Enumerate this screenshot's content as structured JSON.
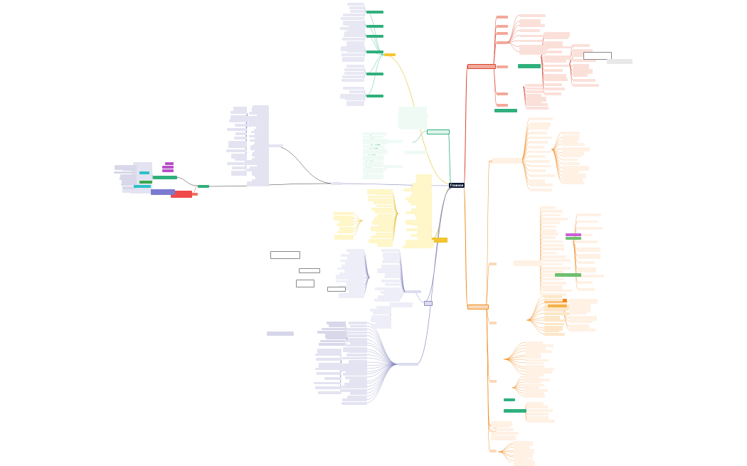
{
  "root": {
    "label": "Главная"
  },
  "branches": [
    {
      "id": "red",
      "color": "#f2a99a",
      "accent": "#d9432f"
    },
    {
      "id": "orange",
      "color": "#fbd8b8",
      "accent": "#f08a1c"
    },
    {
      "id": "green",
      "color": "#dff5ec",
      "accent": "#2fb07c"
    },
    {
      "id": "yellow",
      "color": "#fff6c9",
      "accent": "#e3c12a"
    },
    {
      "id": "purple",
      "color": "#dcdcf0",
      "accent": "#8a8ac0"
    },
    {
      "id": "lilac",
      "color": "#e3e3f2",
      "accent": "#9c9cc8"
    }
  ],
  "colors": {
    "background": "#ffffff",
    "root": "#0e1a33",
    "status_green": "#3aa64a",
    "status_magenta": "#b84fc8",
    "status_cyan": "#2cc0c8"
  }
}
